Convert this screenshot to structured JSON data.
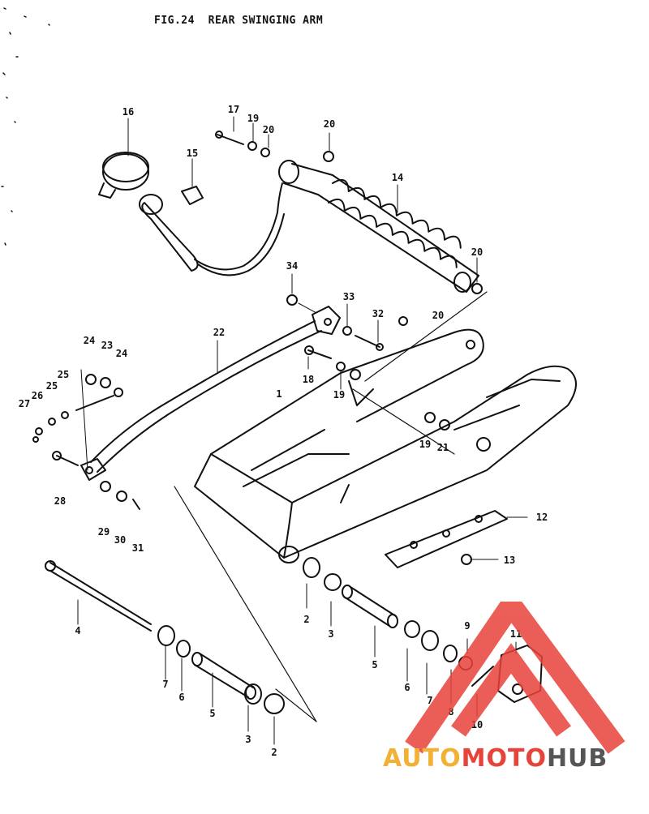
{
  "figure": {
    "title": "FIG.24  REAR SWINGING ARM"
  },
  "callouts": [
    "16",
    "17",
    "19",
    "20",
    "20",
    "15",
    "14",
    "34",
    "33",
    "32",
    "20",
    "22",
    "18",
    "20",
    "24",
    "23",
    "24",
    "25",
    "25",
    "26",
    "27",
    "19",
    "19",
    "21",
    "28",
    "29",
    "30",
    "31",
    "12",
    "13",
    "1",
    "4",
    "2",
    "3",
    "5",
    "6",
    "7",
    "9",
    "11",
    "7",
    "6",
    "5",
    "3",
    "2",
    "8",
    "10"
  ],
  "watermark": {
    "text_part1": "AUTO",
    "text_part2": "MOTO",
    "text_part3": "HUB",
    "color_primary": "#e8433a",
    "color_secondary": "#f2b134",
    "color_dark": "#555555"
  }
}
